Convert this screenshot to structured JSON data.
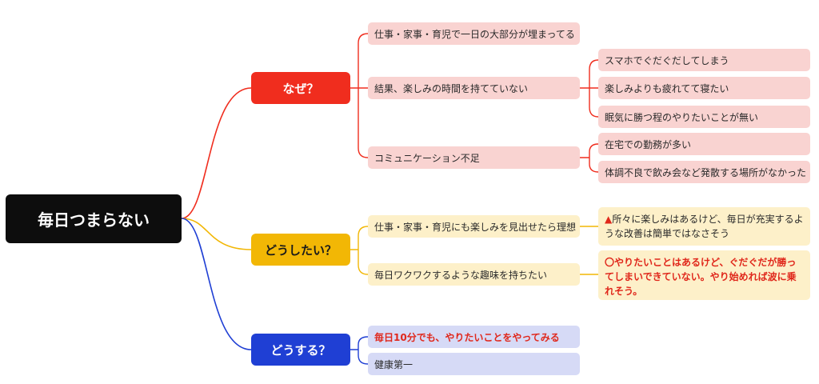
{
  "root": {
    "label": "毎日つまらない"
  },
  "colors": {
    "red": "#f02d1e",
    "yellow": "#f2b705",
    "blue": "#1f3fd4"
  },
  "branches": {
    "why": {
      "label": "なぜ？",
      "children": [
        {
          "label": "仕事・家事・育児で一日の大部分が埋まってる"
        },
        {
          "label": "結果、楽しみの時間を持てていない",
          "children": [
            {
              "label": "スマホでぐだぐだしてしまう"
            },
            {
              "label": "楽しみよりも疲れてて寝たい"
            },
            {
              "label": "眠気に勝つ程のやりたいことが無い"
            }
          ]
        },
        {
          "label": "コミュニケーション不足",
          "children": [
            {
              "label": "在宅での勤務が多い"
            },
            {
              "label": "体調不良で飲み会など発散する場所がなかった"
            }
          ]
        }
      ]
    },
    "want": {
      "label": "どうしたい？",
      "children": [
        {
          "label": "仕事・家事・育児にも楽しみを見出せたら理想",
          "note": {
            "marker": "▲",
            "text": "所々に楽しみはあるけど、毎日が充実するような改善は簡単ではなさそう"
          }
        },
        {
          "label": "毎日ワクワクするような趣味を持ちたい",
          "note": {
            "marker": "〇",
            "text": "やりたいことはあるけど、ぐだぐだが勝ってしまいできていない。やり始めれば波に乗れそう。"
          }
        }
      ]
    },
    "do": {
      "label": "どうする？",
      "children": [
        {
          "label": "毎日10分でも、やりたいことをやってみる"
        },
        {
          "label": "健康第一"
        }
      ]
    }
  }
}
